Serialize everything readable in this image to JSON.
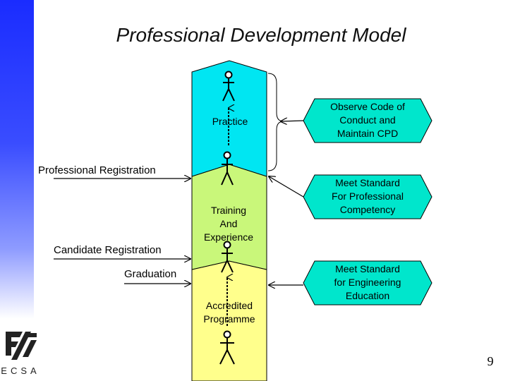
{
  "title": "Professional Development Model",
  "column": {
    "practice": "Practice",
    "training_line1": "Training",
    "training_line2": "And",
    "training_line3": "Experience",
    "accredited_line1": "Accredited",
    "accredited_line2": "Programme"
  },
  "left_labels": {
    "professional_registration": "Professional Registration",
    "candidate_registration": "Candidate Registration",
    "graduation": "Graduation"
  },
  "boxes": {
    "cpd": [
      "Observe Code of",
      "Conduct and",
      "Maintain CPD"
    ],
    "competency": [
      "Meet Standard",
      "For Professional",
      "Competency"
    ],
    "education": [
      "Meet Standard",
      "for Engineering",
      "Education"
    ]
  },
  "logo": {
    "text": "ECSA"
  },
  "page_number": "9",
  "colors": {
    "practice_fill": "#00e6f2",
    "training_fill": "#c9f77a",
    "accredited_fill": "#ffff8c",
    "box_fill": "#00e6cc"
  }
}
